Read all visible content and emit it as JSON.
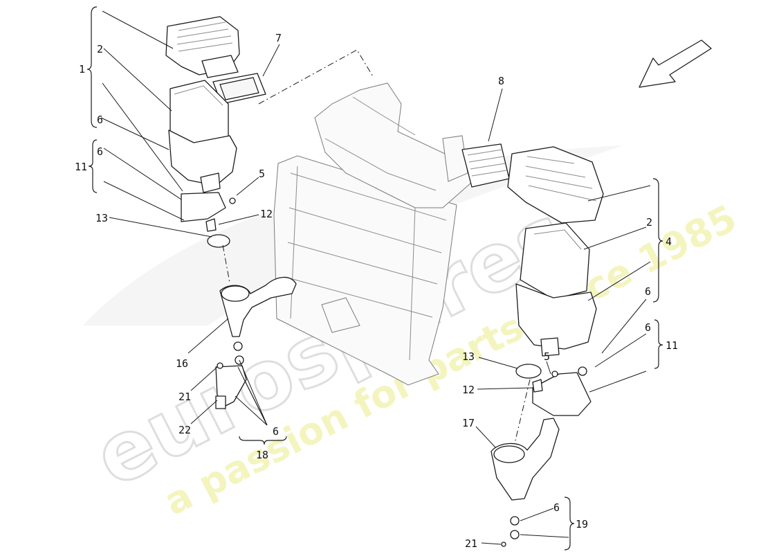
{
  "watermark": {
    "brand": "eurospares",
    "tagline": "a passion for parts since 1985"
  },
  "callouts": {
    "c1": "1",
    "c2a": "2",
    "c7": "7",
    "c6a": "6",
    "c6b": "6",
    "c11a": "11",
    "c5a": "5",
    "c12a": "12",
    "c13a": "13",
    "c16": "16",
    "c21a": "21",
    "c22": "22",
    "c6c": "6",
    "c18": "18",
    "c8": "8",
    "c2b": "2",
    "c4": "4",
    "c6d": "6",
    "c6e": "6",
    "c11b": "11",
    "c13b": "13",
    "c5b": "5",
    "c12b": "12",
    "c17": "17",
    "c6f": "6",
    "c19": "19",
    "c21b": "21"
  },
  "colors": {
    "line": "#1a1a1a",
    "ghost": "#7a7a7a",
    "watermark_grey": "#d9d9d9",
    "watermark_yellow": "#f0f0a0"
  }
}
